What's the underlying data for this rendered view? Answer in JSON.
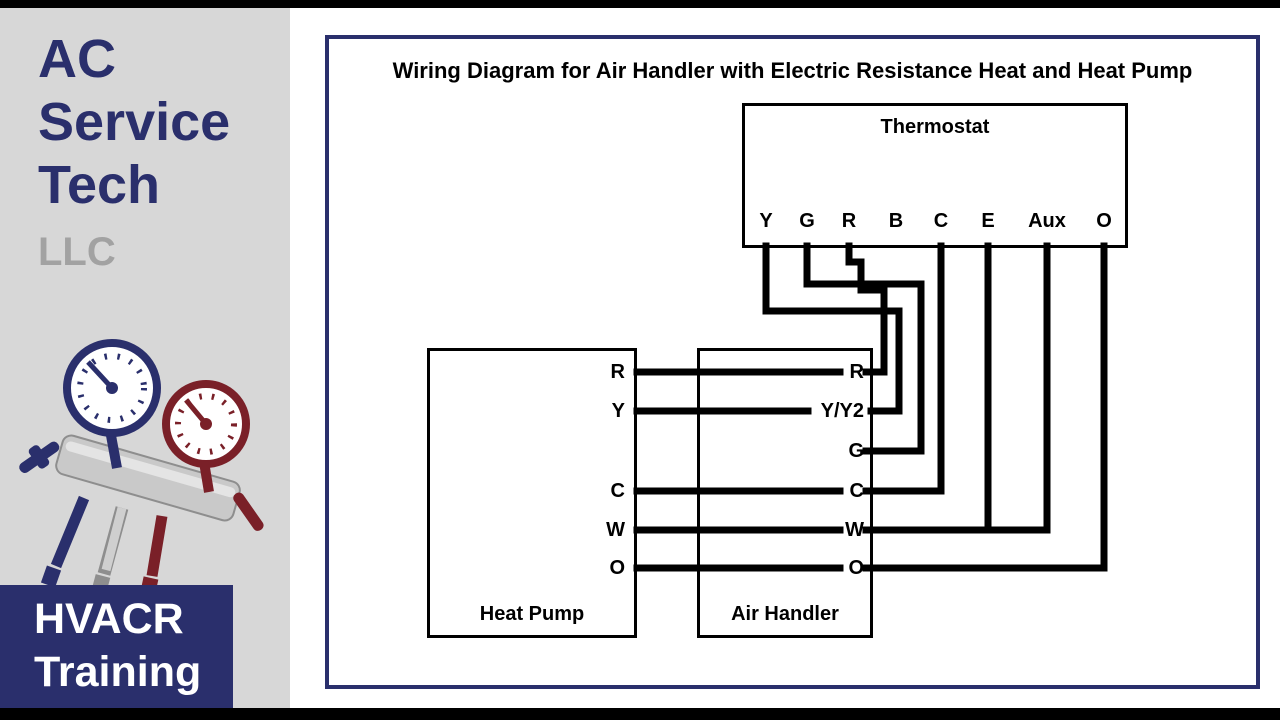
{
  "branding": {
    "name_line1": "AC",
    "name_line2": "Service",
    "name_line3": "Tech",
    "llc": "LLC",
    "footer_line1": "HVACR",
    "footer_line2": "Training"
  },
  "colors": {
    "navy": "#2a2f6c",
    "dark_red": "#7a2028",
    "sidebar_gray": "#d7d7d7",
    "wire_black": "#000000"
  },
  "diagram": {
    "title": "Wiring Diagram for Air Handler with Electric Resistance Heat and Heat Pump",
    "thermostat": {
      "label": "Thermostat",
      "terminals": [
        "Y",
        "G",
        "R",
        "B",
        "C",
        "E",
        "Aux",
        "O"
      ]
    },
    "heat_pump": {
      "label": "Heat Pump",
      "terminals": [
        "R",
        "Y",
        "C",
        "W",
        "O"
      ]
    },
    "air_handler": {
      "label": "Air Handler",
      "terminals": [
        "R",
        "Y/Y2",
        "G",
        "C",
        "W",
        "O"
      ]
    },
    "connections": [
      {
        "from": "Thermostat R",
        "to": "Air Handler R + Heat Pump R"
      },
      {
        "from": "Thermostat Y",
        "to": "Air Handler Y/Y2 + Heat Pump Y"
      },
      {
        "from": "Thermostat G",
        "to": "Air Handler G"
      },
      {
        "from": "Thermostat C",
        "to": "Air Handler C + Heat Pump C"
      },
      {
        "from": "Thermostat E",
        "to": "Air Handler W"
      },
      {
        "from": "Thermostat Aux",
        "to": "Air Handler W"
      },
      {
        "from": "Thermostat O",
        "to": "Air Handler O + Heat Pump O"
      },
      {
        "from": "Thermostat B",
        "to": "not connected"
      }
    ]
  }
}
